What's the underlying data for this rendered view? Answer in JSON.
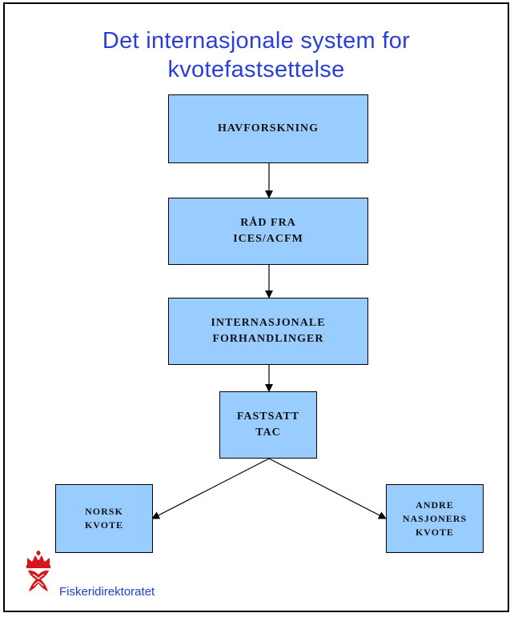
{
  "title": {
    "line1": "Det internasjonale system for",
    "line2": "kvotefastsettelse"
  },
  "boxes": {
    "havforskning": "HAVFORSKNING",
    "rad_fra": "RÅD FRA\nICES/ACFM",
    "forhandlinger": "INTERNASJONALE\nFORHANDLINGER",
    "fastsatt": "FASTSATT\nTAC",
    "norsk": "NORSK\nKVOTE",
    "andre": "ANDRE\nNASJONERS\nKVOTE"
  },
  "footer": {
    "logo_text": "Fiskeridirektoratet"
  },
  "colors": {
    "box_fill": "#99ccff",
    "title": "#2a3fd8",
    "logo_red": "#d8141c",
    "logo_text": "#1f3bd0"
  }
}
